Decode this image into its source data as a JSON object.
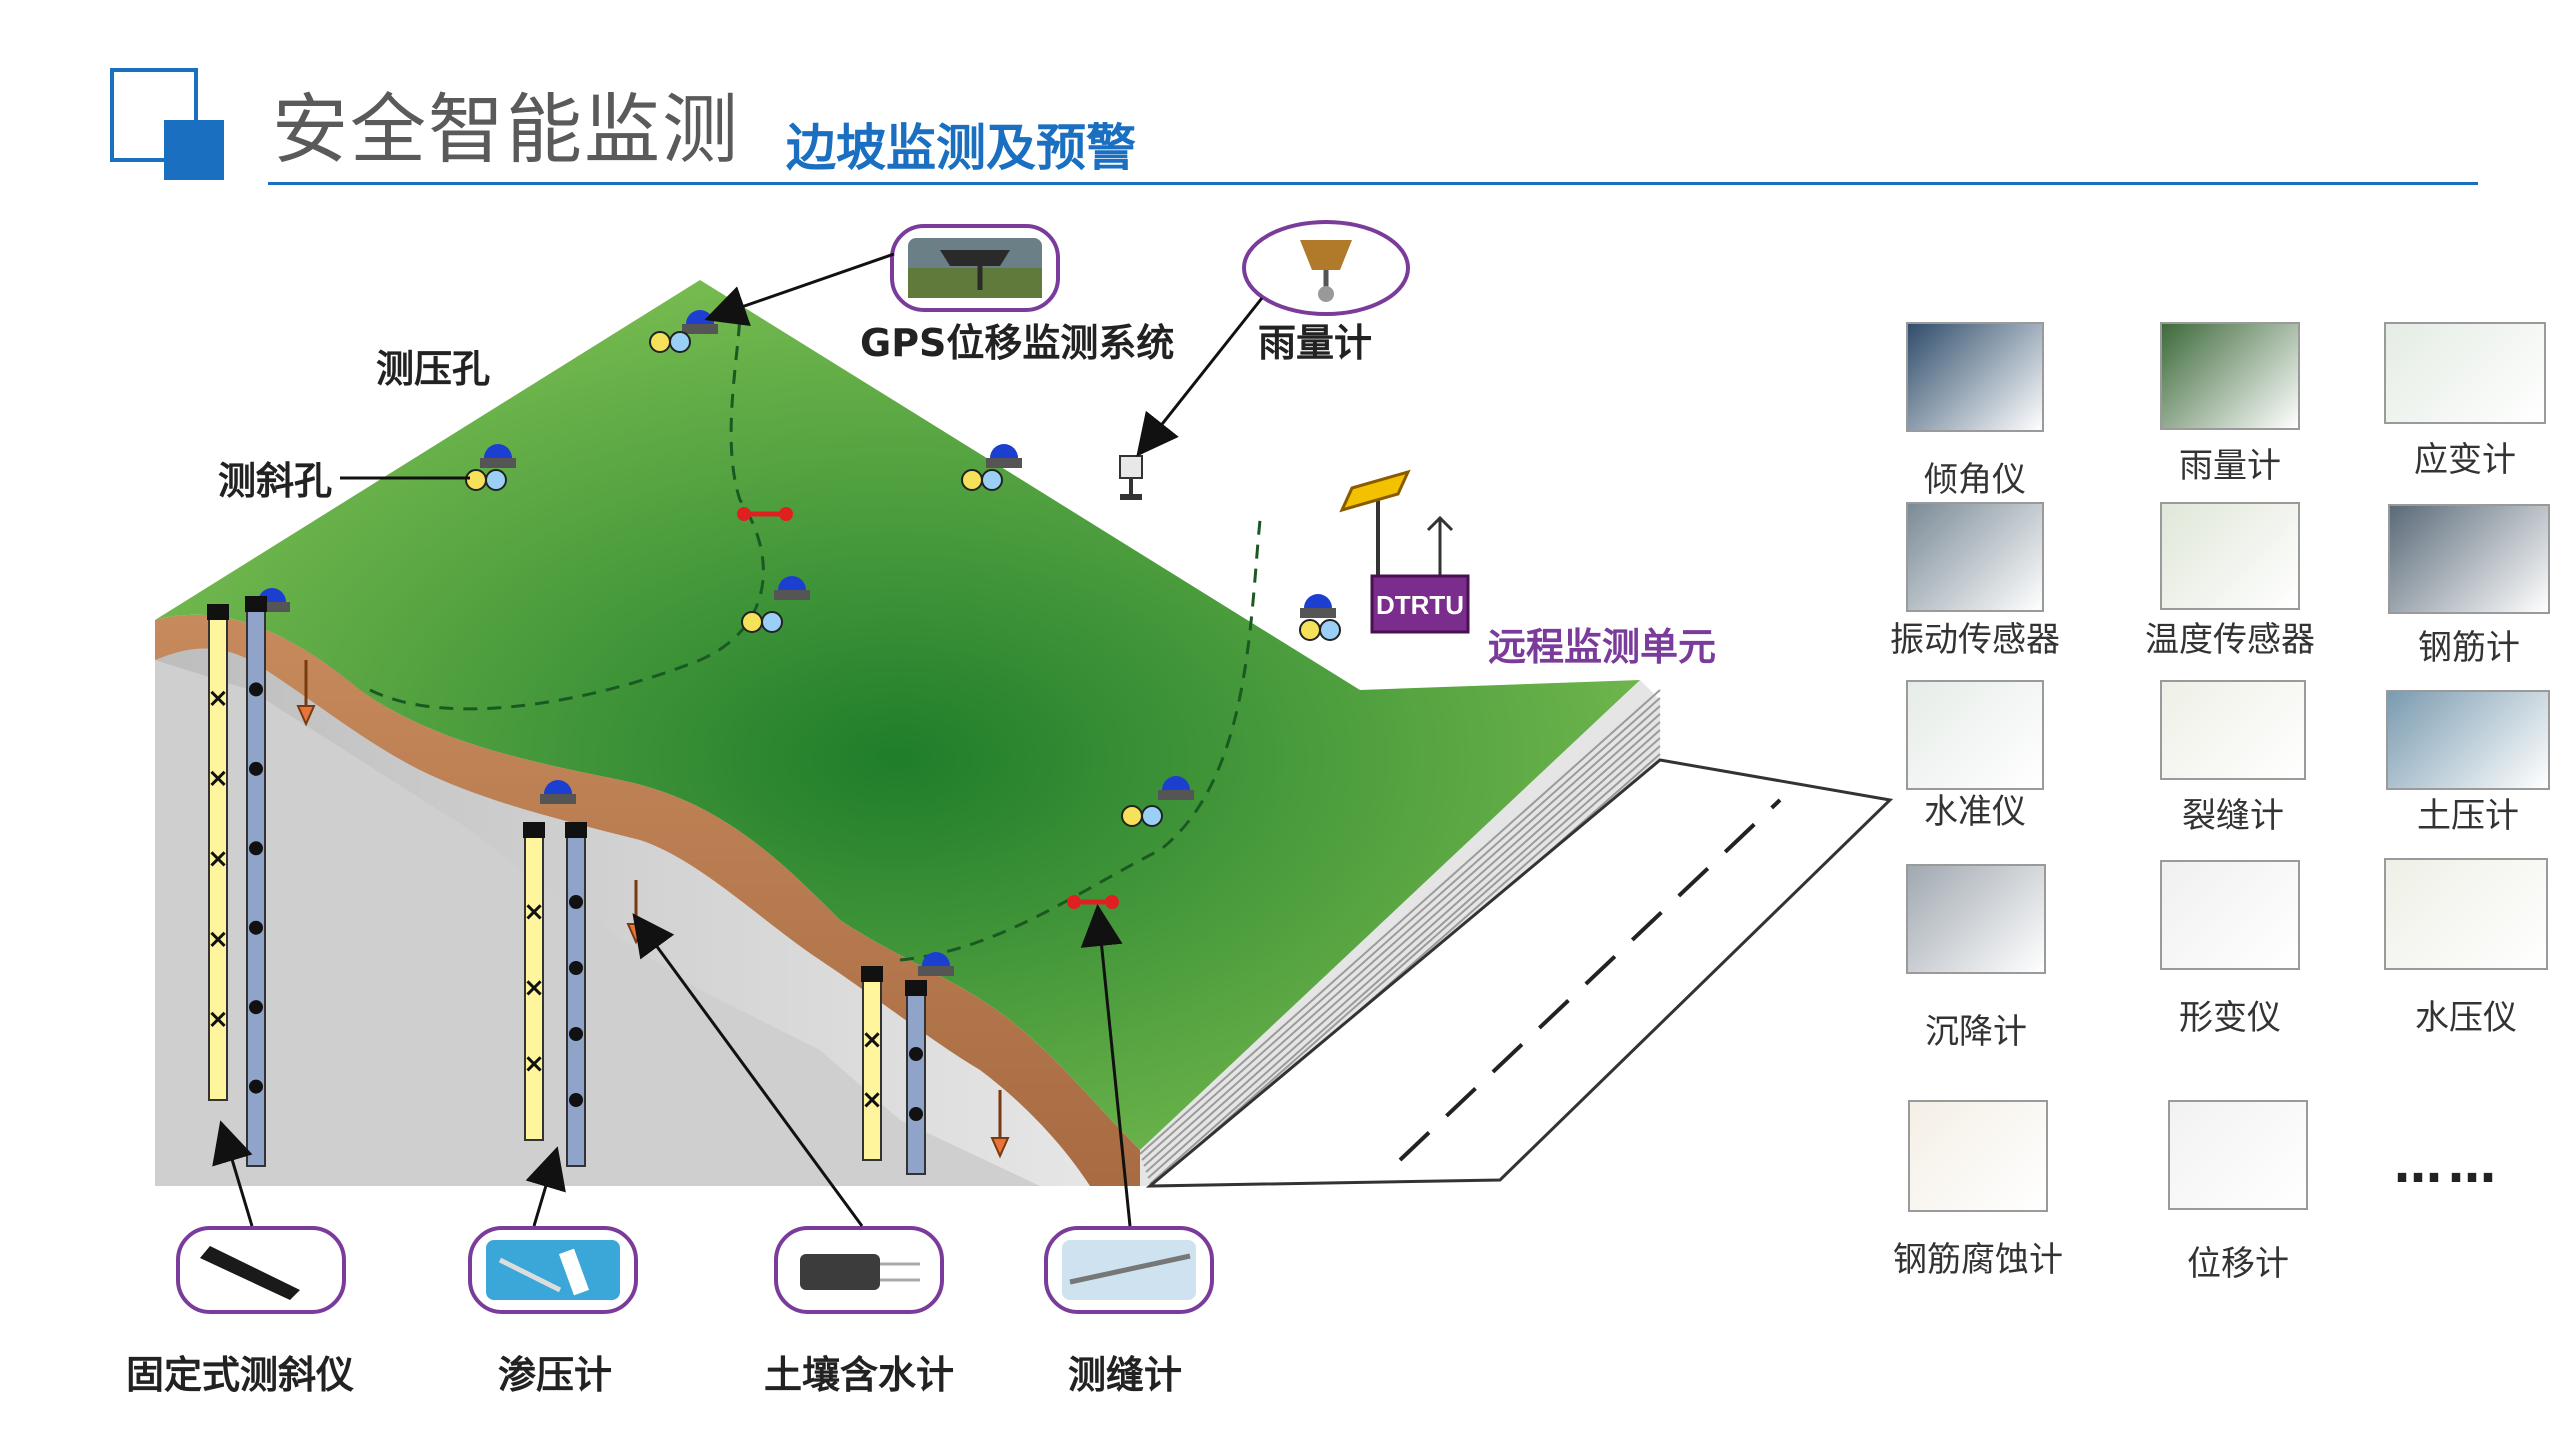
{
  "header": {
    "title": "安全智能监测",
    "subtitle": "边坡监测及预警"
  },
  "scene_labels": {
    "gps": "GPS位移监测系统",
    "rain_gauge": "雨量计",
    "piezometer_hole": "测压孔",
    "inclinometer_hole": "测斜孔",
    "rtu_box": "DTRTU",
    "rtu_caption": "远程监测单元",
    "fixed_inclinometer": "固定式测斜仪",
    "osmometer": "渗压计",
    "soil_moisture": "土壤含水计",
    "crack_meter": "测缝计"
  },
  "devices": [
    {
      "id": "tilt",
      "label": "倾角仪"
    },
    {
      "id": "rain",
      "label": "雨量计"
    },
    {
      "id": "strain",
      "label": "应变计"
    },
    {
      "id": "vibration",
      "label": "振动传感器"
    },
    {
      "id": "temperature",
      "label": "温度传感器"
    },
    {
      "id": "rebar",
      "label": "钢筋计"
    },
    {
      "id": "level",
      "label": "水准仪"
    },
    {
      "id": "crack",
      "label": "裂缝计"
    },
    {
      "id": "earth_pressure",
      "label": "土压计"
    },
    {
      "id": "settlement",
      "label": "沉降计"
    },
    {
      "id": "deformation",
      "label": "形变仪"
    },
    {
      "id": "water_pressure",
      "label": "水压仪"
    },
    {
      "id": "corrosion",
      "label": "钢筋腐蚀计"
    },
    {
      "id": "displacement",
      "label": "位移计"
    }
  ],
  "more": "……",
  "colors": {
    "accent": "#1b6fc0",
    "grass": "#3f9a3a",
    "soil": "#b97a4f",
    "rock": "#d2d2d2",
    "callout_border": "#7a3b9a",
    "rtu": "#7a2d8c"
  }
}
